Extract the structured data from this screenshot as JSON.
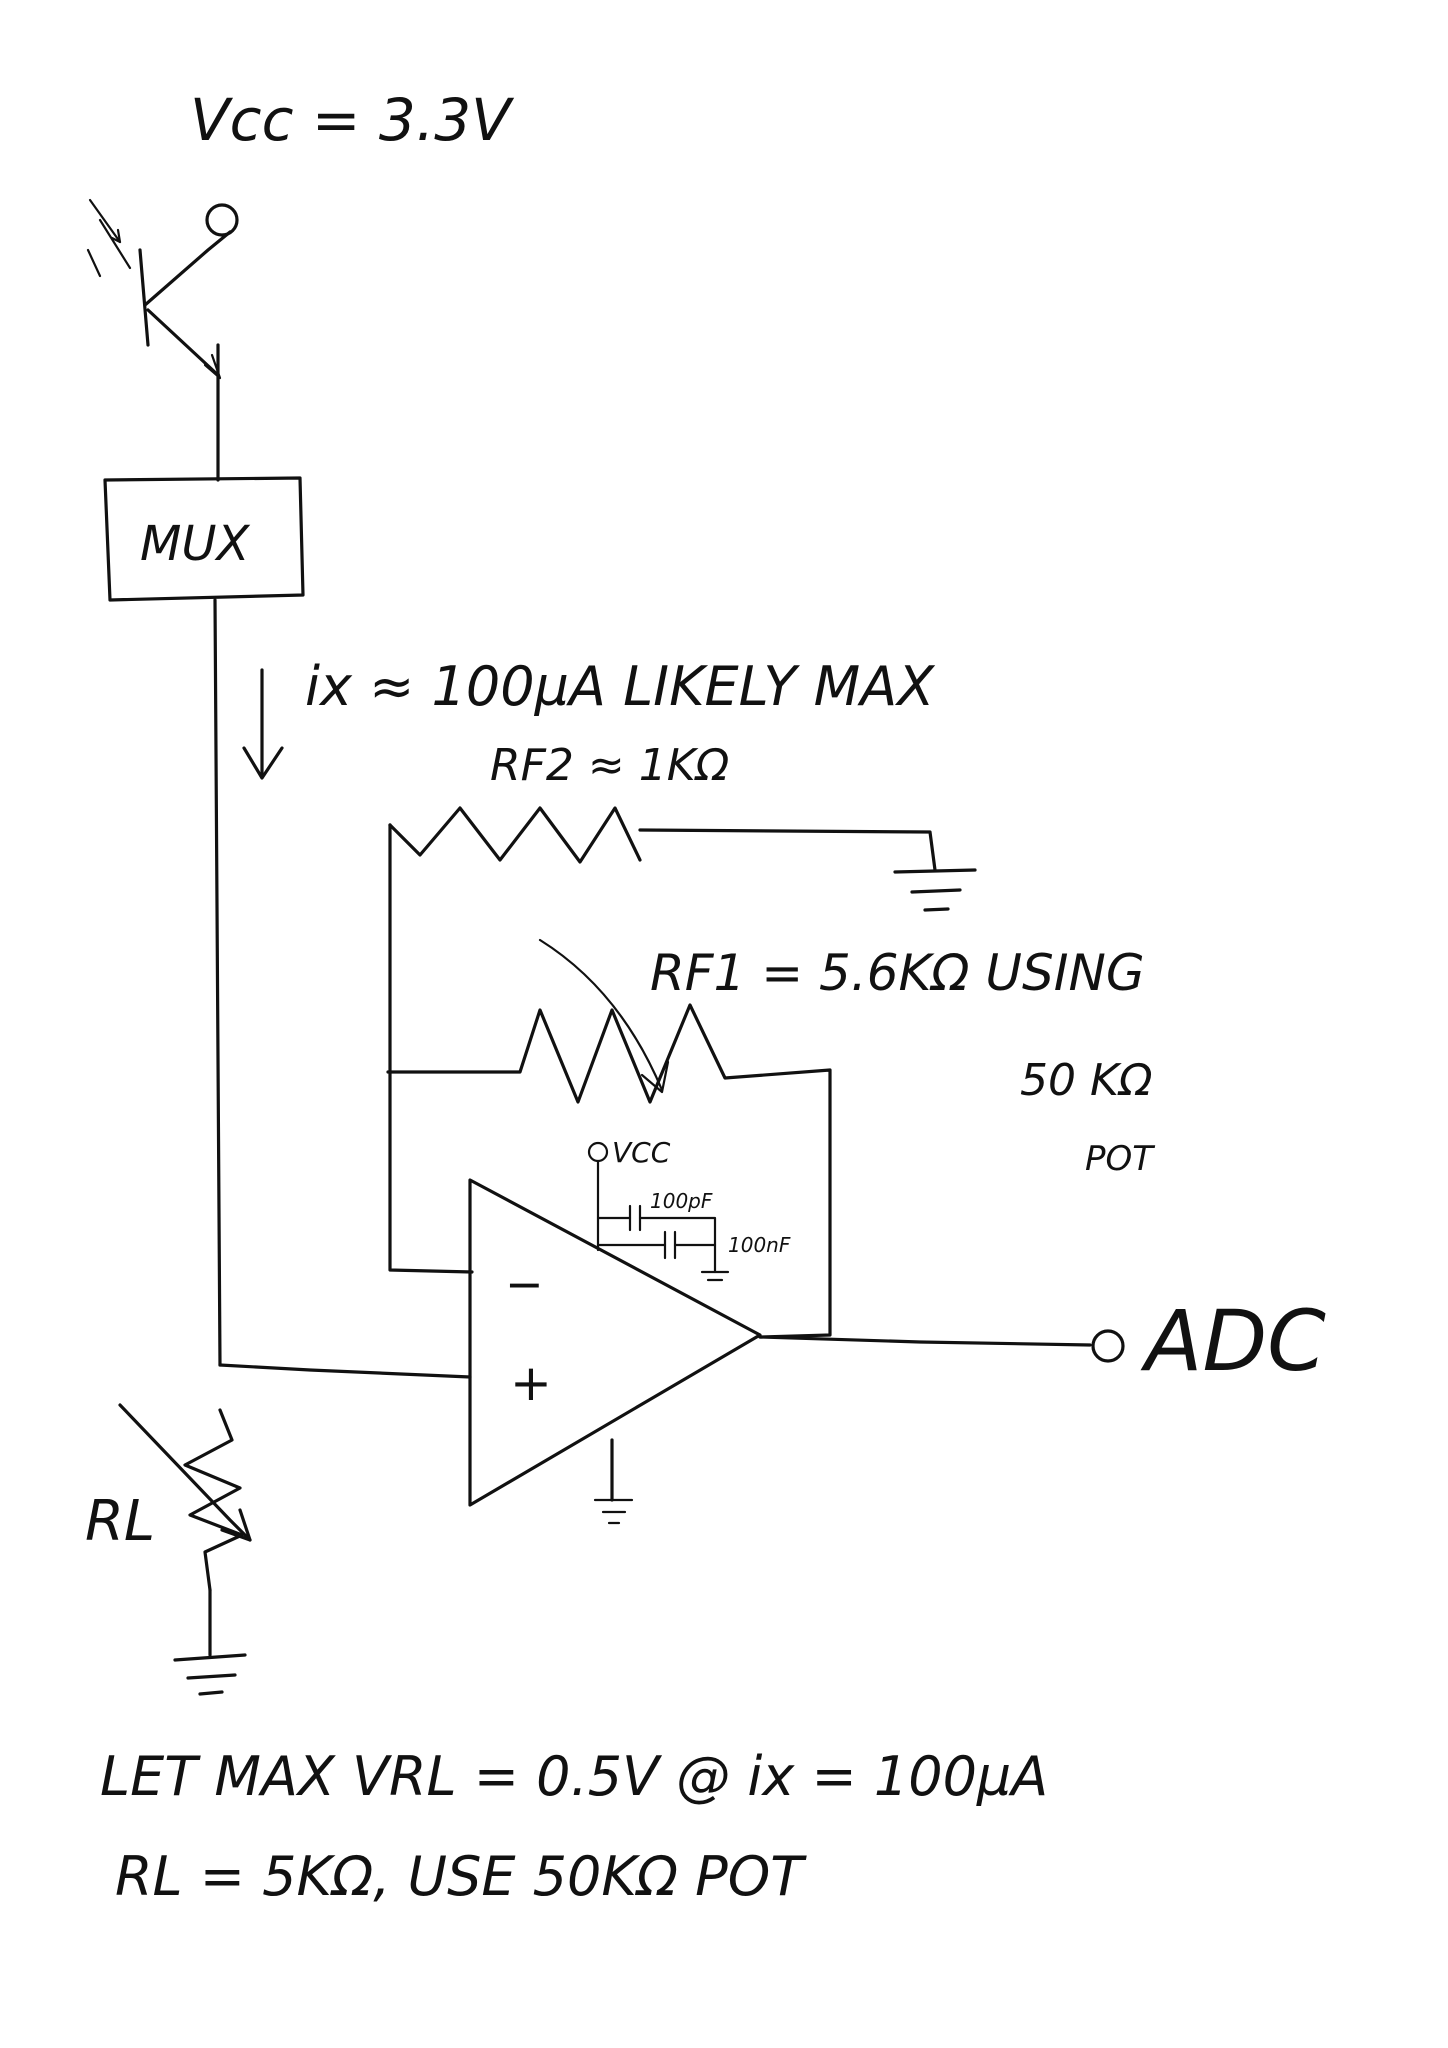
{
  "supply_label": "Vcc = 3.3V",
  "mux_label": "MUX",
  "current_label": "ix ≈ 100µA LIKELY MAX",
  "rf2_label": "RF2 ≈ 1KΩ",
  "rf1_label": "RF1 = 5.6KΩ USING",
  "rf1_note_line2": "50 KΩ",
  "rf1_note_line3": "POT",
  "opamp_supply_label": "VCC",
  "cap1_label": "100pF",
  "cap2_label": "100nF",
  "opamp_inverting": "−",
  "opamp_noninverting": "+",
  "output_label": "ADC",
  "rl_label": "RL",
  "note_line1": "LET MAX VRL = 0.5V @ ix = 100µA",
  "note_line2": "RL = 5KΩ, USE 50KΩ POT"
}
